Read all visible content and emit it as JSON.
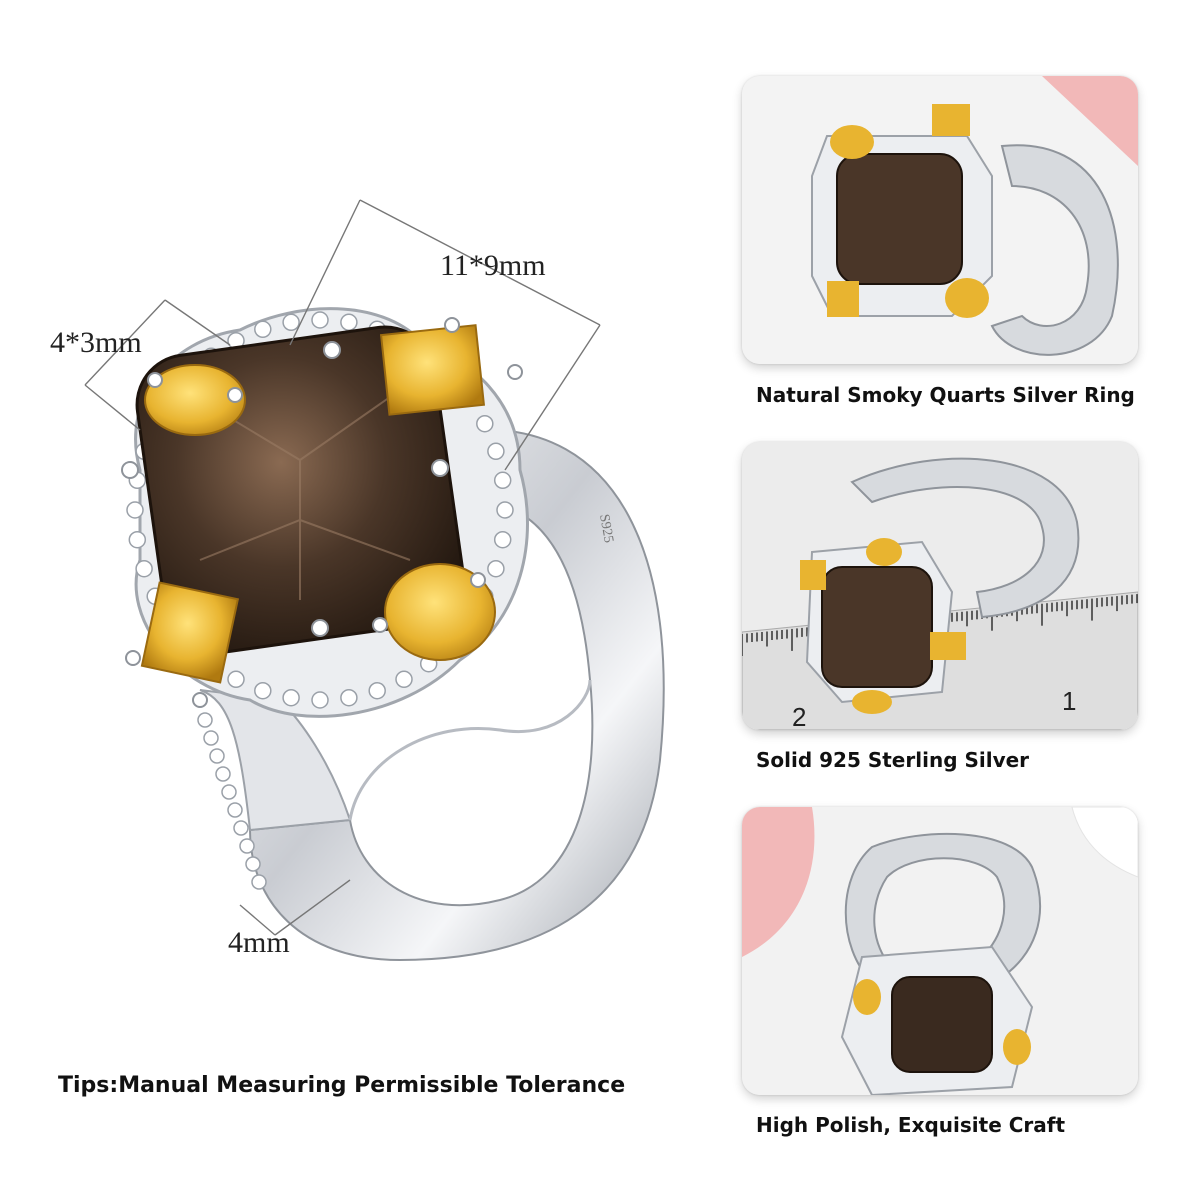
{
  "dimensions": {
    "center_stone": "11*9mm",
    "side_stone": "4*3mm",
    "band_width": "4mm"
  },
  "hallmark": "S925",
  "tips": "Tips:Manual Measuring Permissible Tolerance",
  "panels": [
    {
      "caption": "Natural Smoky Quarts Silver Ring"
    },
    {
      "caption": "Solid 925 Sterling Silver"
    },
    {
      "caption": "High Polish, Exquisite Craft"
    }
  ],
  "ruler_numbers": [
    "2",
    "1"
  ],
  "colors": {
    "smoky_quartz": "#4a3628",
    "citrine": "#e8b430",
    "silver": "#d8dade",
    "pink_backdrop": "#f2b8b8"
  }
}
